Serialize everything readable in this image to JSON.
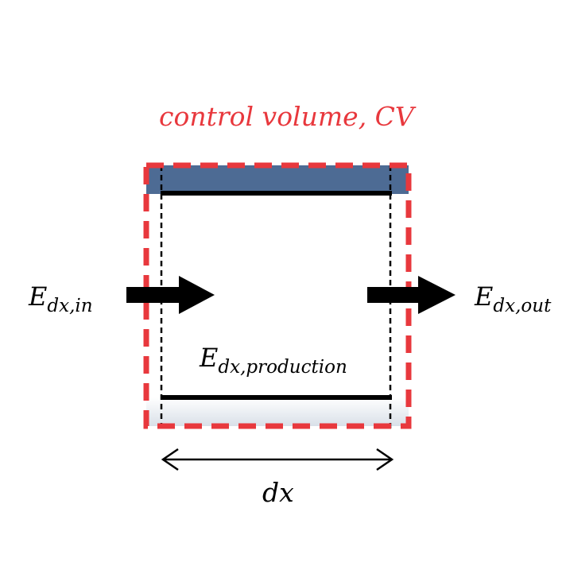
{
  "title": "control volume, CV",
  "labels": {
    "energy_symbol": "E",
    "in_subscript": "dx,in",
    "out_subscript": "dx,out",
    "production_subscript": "dx,production",
    "width": "dx"
  },
  "colors": {
    "control_volume": "#e8383d",
    "top_plate": "#4d6b94",
    "bottom_plate_gradient_start": "#ffffff",
    "bottom_plate_gradient_end": "#d9e0e8",
    "lines": "#000000"
  },
  "icons": {
    "in_arrow": "arrow-right-icon",
    "out_arrow": "arrow-right-icon",
    "dimension_arrow": "double-arrow-icon"
  }
}
